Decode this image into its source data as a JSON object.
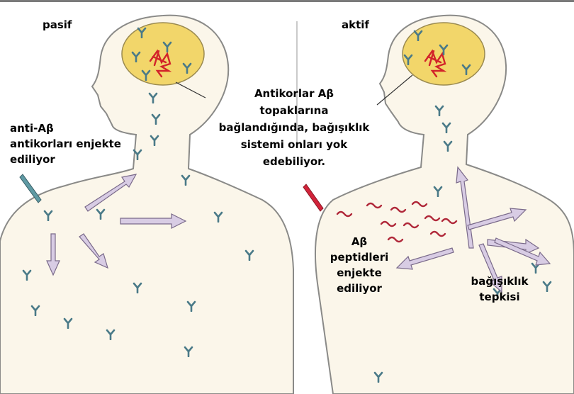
{
  "panels": {
    "passive": {
      "title": "pasif",
      "inject_label": [
        "anti-Aβ",
        "antikorları enjekte",
        "ediliyor"
      ],
      "explanation": [
        "Antikorlar Aβ",
        "topaklarına",
        "bağlandığında, bağışıklık",
        "sistemi onları yok",
        "edebiliyor."
      ]
    },
    "active": {
      "title": "aktif",
      "inject_label": [
        "Aβ",
        "peptidleri",
        "enjekte",
        "ediliyor"
      ],
      "response_label": [
        "bağışıklık",
        "tepkisi"
      ]
    }
  },
  "colors": {
    "skin": "#fbf6ea",
    "outline": "#8a8a88",
    "brain": "#f2d66a",
    "antibody": "#4a7a88",
    "plaque": "#d2232a",
    "arrow": "#d8cce4",
    "arrow_outline": "#7a6a8a",
    "needle": "#5f9aa4"
  }
}
